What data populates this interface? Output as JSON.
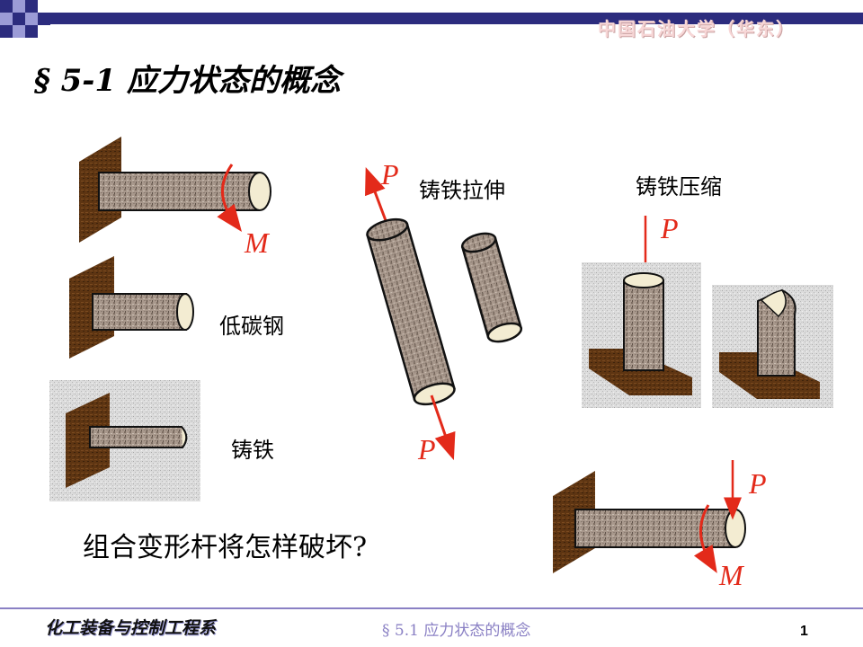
{
  "header": {
    "organization": "中国石油大学（华东）",
    "title": "§ 5-1 应力状态的概念"
  },
  "figures": {
    "torsion": {
      "moment_label": "M"
    },
    "low_carbon_steel": {
      "label": "低碳钢"
    },
    "cast_iron": {
      "label": "铸铁"
    },
    "tension": {
      "label": "铸铁拉伸",
      "force_top": "P",
      "force_bottom": "P"
    },
    "compression": {
      "label": "铸铁压缩",
      "force_label": "P"
    },
    "combined": {
      "force_label": "P",
      "moment_label": "M"
    }
  },
  "question": "组合变形杆将怎样破坏?",
  "footer": {
    "department": "化工装备与控制工程系",
    "section": "§ 5.1 应力状态的概念",
    "page_number": "1"
  },
  "colors": {
    "header_band": "#2c2c7e",
    "accent_red": "#e32a1a",
    "wall_brown": "#5e3512",
    "specimen": "#a8988a"
  }
}
